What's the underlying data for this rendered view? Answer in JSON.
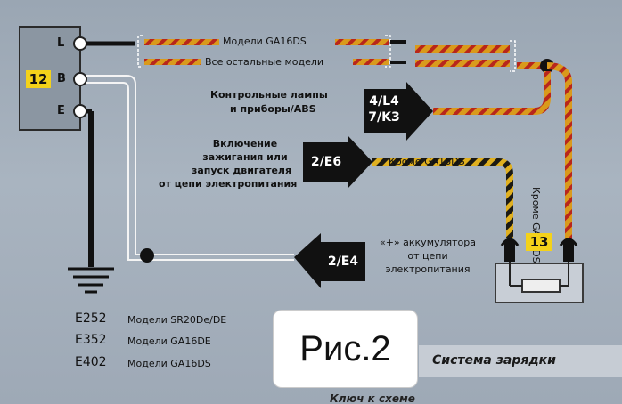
{
  "diagram": {
    "labels": {
      "models_ga16ds": "Модели GA16DS",
      "all_other_models": "Все остальные модели",
      "warning_lamps_line1": "Контрольные лампы",
      "warning_lamps_line2": "и приборы/ABS",
      "ignition_line1": "Включение",
      "ignition_line2": "зажигания или",
      "ignition_line3": "запуск двигателя",
      "ignition_line4": "от цепи электропитания",
      "except_ga16ds_h": "Кроме GA16DS",
      "except_ga16ds_v": "Кроме GA16DS",
      "battery_line1": "«+» аккумулятора",
      "battery_line2": "от цепи",
      "battery_line3": "электропитания"
    },
    "connectors": {
      "lamps_1": "4/L4",
      "lamps_2": "7/K3",
      "ignition": "2/E6",
      "ground": "2/E4"
    },
    "components": {
      "alternator_id": "12",
      "pin_l": "L",
      "pin_b": "B",
      "pin_e": "E",
      "fuse_id": "13"
    },
    "ground_codes": [
      {
        "code": "E252",
        "models": "Модели SR20De/DE"
      },
      {
        "code": "E352",
        "models": "Модели GA16DE"
      },
      {
        "code": "E402",
        "models": "Модели GA16DS"
      }
    ],
    "figure_caption": "Рис.2",
    "section_title": "Система зарядки",
    "footer_text": "Ключ к схеме"
  },
  "colors": {
    "wire_stripe_a": "#1c1a14",
    "wire_stripe_b": "#e0b020",
    "wire_stripe_c": "#c23a2a",
    "badge": "#f4d21a",
    "arrow": "#111111"
  }
}
